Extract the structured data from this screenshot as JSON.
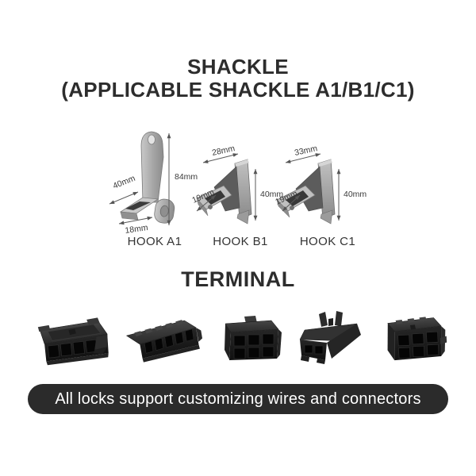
{
  "header": {
    "line1": "SHACKLE",
    "line2": "(APPLICABLE SHACKLE A1/B1/C1)"
  },
  "shackle": {
    "hooks": [
      {
        "caption": "HOOK A1",
        "dim_front": "40mm",
        "dim_height": "84mm",
        "dim_foot": "18mm"
      },
      {
        "caption": "HOOK B1",
        "dim_top": "28mm",
        "dim_side": "19mm",
        "dim_height": "40mm"
      },
      {
        "caption": "HOOK C1",
        "dim_top": "33mm",
        "dim_side": "19mm",
        "dim_height": "40mm"
      }
    ]
  },
  "terminal": {
    "title": "TERMINAL",
    "connectors": [
      "flat-4-slot-connector",
      "low-5-slot-connector",
      "6-slot-latch-connector",
      "2-slot-prong-connector",
      "6-slot-block-connector"
    ]
  },
  "banner": {
    "text": "All locks support customizing wires and connectors"
  },
  "colors": {
    "background": "#ffffff",
    "heading_text": "#2d2d2d",
    "dimension_text": "#3a3a3a",
    "metal_gray": "#a9a9a9",
    "connector_black": "#1e1e1e",
    "banner_bg": "#2b2b2b",
    "banner_text": "#ffffff"
  }
}
